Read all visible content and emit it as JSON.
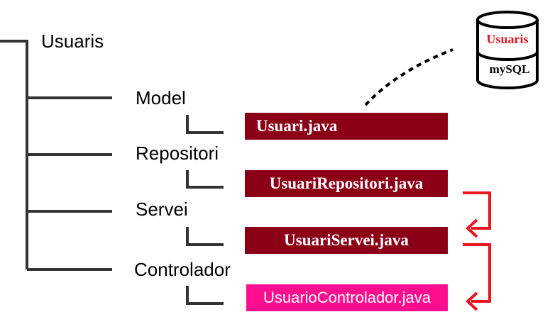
{
  "root": {
    "label": "Usuaris"
  },
  "folders": [
    {
      "key": "model",
      "label": "Model"
    },
    {
      "key": "repositori",
      "label": "Repositori"
    },
    {
      "key": "servei",
      "label": "Servei"
    },
    {
      "key": "controlador",
      "label": "Controlador"
    }
  ],
  "files": [
    {
      "key": "usuari",
      "label": "Usuari.java"
    },
    {
      "key": "repositori",
      "label": "UsuariRepositori.java"
    },
    {
      "key": "servei",
      "label": "UsuariServei.java"
    },
    {
      "key": "controlador",
      "label": "UsuarioControlador.java"
    }
  ],
  "database": {
    "title": "Usuaris",
    "engine": "mySQL"
  },
  "colors": {
    "tree_line": "#333333",
    "file_box_dark": "#8b0016",
    "file_box_highlight": "#ff0f8f",
    "flow_arrow": "#e8141e",
    "db_title": "#e8141e",
    "connector": "#000000"
  }
}
